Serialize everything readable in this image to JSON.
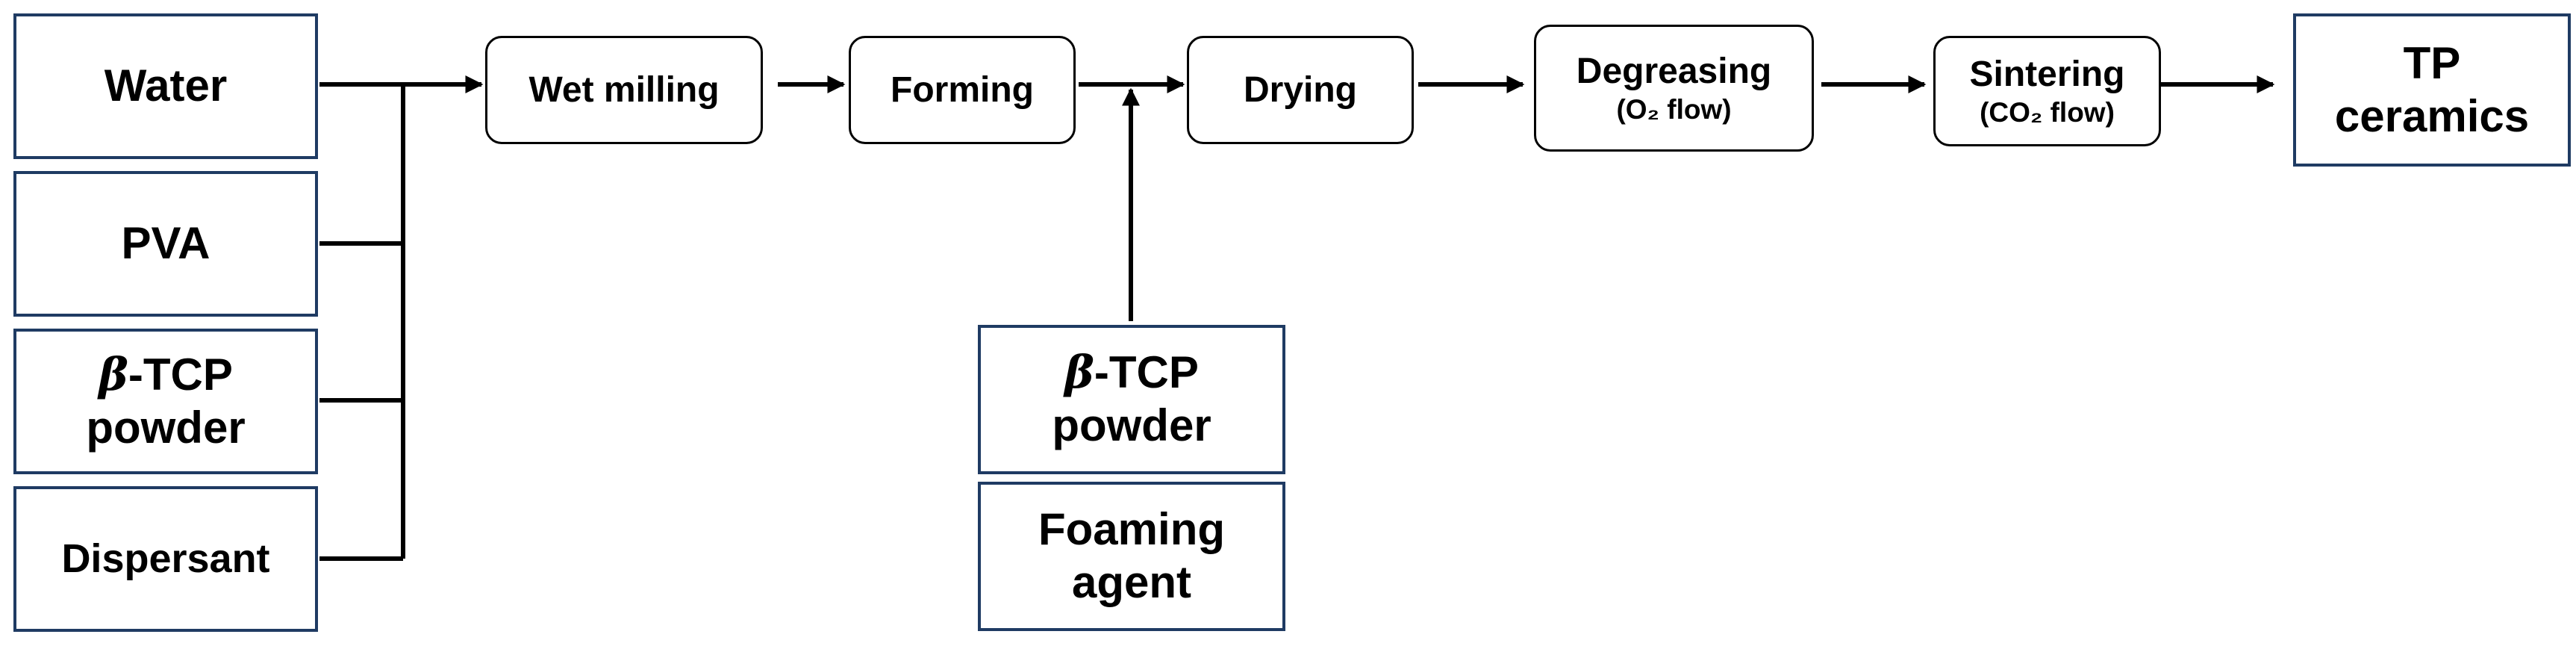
{
  "inputs": {
    "water": "Water",
    "pva": "PVA",
    "tcp_beta": "β",
    "tcp_line1": "-TCP",
    "tcp_line2": "powder",
    "dispersant": "Dispersant"
  },
  "steps": {
    "wet_milling": "Wet milling",
    "forming": "Forming",
    "drying": "Drying",
    "degreasing": "Degreasing",
    "degreasing_note": "(O₂ flow)",
    "sintering": "Sintering",
    "sintering_note": "(CO₂ flow)"
  },
  "additives": {
    "tcp_beta": "β",
    "tcp_line1": "-TCP",
    "tcp_line2": "powder",
    "foaming_line1": "Foaming",
    "foaming_line2": "agent"
  },
  "output": {
    "line1": "TP",
    "line2": "ceramics"
  }
}
